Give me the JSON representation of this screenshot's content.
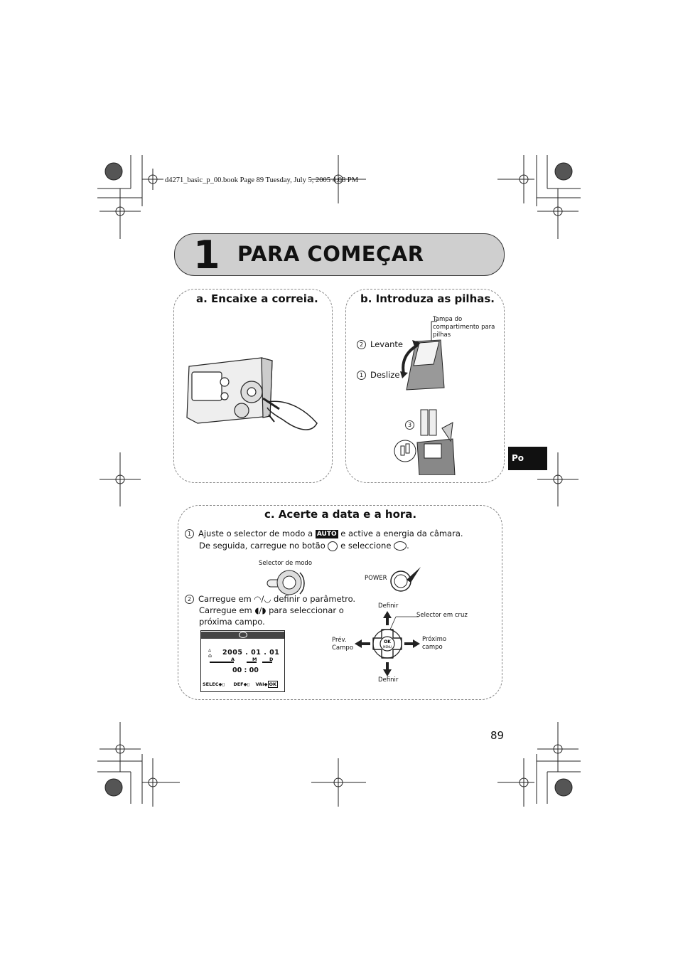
{
  "print_header": "d4271_basic_p_00.book  Page 89  Tuesday, July 5, 2005  4:08 PM",
  "chapter": {
    "number": "1",
    "title": "PARA COMEÇAR"
  },
  "section_a": {
    "title": "a. Encaixe a correia."
  },
  "section_b": {
    "title": "b. Introduza as pilhas.",
    "lid_label": "Tampa do compartimento para pilhas",
    "step2_num": "2",
    "step2": "Levante",
    "step1_num": "1",
    "step1": "Deslize",
    "step3_num": "3"
  },
  "section_c": {
    "title": "c. Acerte a data e a hora.",
    "step1_num": "1",
    "step1_line1_a": "Ajuste o selector de modo a",
    "auto_badge": "AUTO",
    "step1_line1_b": "e active a energia da câmara.",
    "step1_line2_a": "De seguida, carregue no botão",
    "step1_line2_b": "e seleccione",
    "mode_dial_label": "Selector de modo",
    "power_label": "POWER",
    "step2_num": "2",
    "step2_line1_a": "Carregue em",
    "step2_line1_b": "definir o parâmetro.",
    "step2_line2_a": "Carregue em",
    "step2_line2_b": "para seleccionar o",
    "step2_line3": "próxima campo.",
    "lcd": {
      "date": "2005 . 01 . 01",
      "ymd_a": "A",
      "ymd_m": "M",
      "ymd_d": "D",
      "time": "00 : 00",
      "f_selec": "SELEC",
      "f_def": "DEF",
      "f_vai": "VAI",
      "f_ok": "OK"
    },
    "cross": {
      "top": "Definir",
      "bottom": "Definir",
      "selector": "Selector em cruz",
      "left": "Prév. Campo",
      "right": "Próximo campo",
      "ok": "OK",
      "menu": "MENU"
    }
  },
  "side_tab": "Po",
  "page_number": "89"
}
